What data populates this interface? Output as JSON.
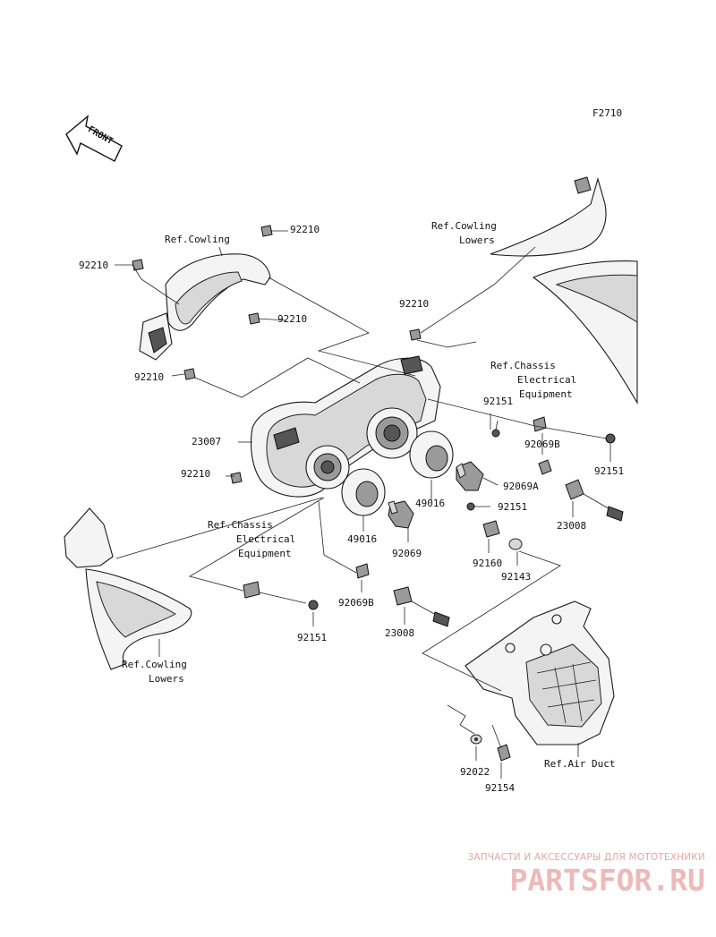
{
  "figure_code": "F2710",
  "front_label": "FRONT",
  "refs": {
    "cowling": "Ref.Cowling",
    "cowling_lowers_top_1": "Ref.Cowling",
    "cowling_lowers_top_2": "Lowers",
    "chassis_top_1": "Ref.Chassis",
    "chassis_top_2": "Electrical",
    "chassis_top_3": "Equipment",
    "chassis_left_1": "Ref.Chassis",
    "chassis_left_2": "Electrical",
    "chassis_left_3": "Equipment",
    "cowling_lowers_bottom_1": "Ref.Cowling",
    "cowling_lowers_bottom_2": "Lowers",
    "air_duct": "Ref.Air Duct"
  },
  "parts": {
    "p92210_a": "92210",
    "p92210_b": "92210",
    "p92210_c": "92210",
    "p92210_d": "92210",
    "p92210_e": "92210",
    "p92210_f": "92210",
    "p23007": "23007",
    "p92151_a": "92151",
    "p92069B_a": "92069B",
    "p92151_b": "92151",
    "p92069A": "92069A",
    "p49016_a": "49016",
    "p92151_c": "92151",
    "p23008_a": "23008",
    "p49016_b": "49016",
    "p92069": "92069",
    "p92160": "92160",
    "p92143": "92143",
    "p92069B_b": "92069B",
    "p23008_b": "23008",
    "p92151_d": "92151",
    "p92022": "92022",
    "p92154": "92154"
  },
  "watermark": {
    "subtitle": "ЗАПЧАСТИ И АКСЕССУАРЫ ДЛЯ МОТОТЕХНИКИ",
    "brand": "PARTSFOR.RU"
  }
}
